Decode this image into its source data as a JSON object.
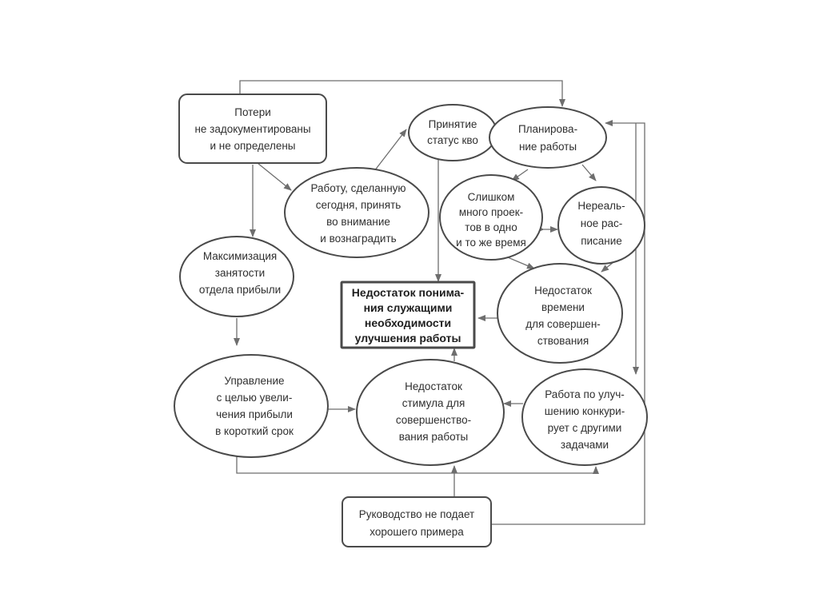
{
  "nodes": {
    "losses": [
      "Потери",
      "не задокументированы",
      "и не определены"
    ],
    "status_quo": [
      "Принятие",
      "статус кво"
    ],
    "planning": [
      "Планирова-",
      "ние работы"
    ],
    "reward": [
      "Работу, сделанную",
      "сегодня, принять",
      "во внимание",
      "и вознаградить"
    ],
    "too_many": [
      "Слишком",
      "много проек-",
      "тов в одно",
      "и то же время"
    ],
    "unreal": [
      "Нереаль-",
      "ное рас-",
      "писание"
    ],
    "maximize": [
      "Максимизация",
      "занятости",
      "отдела прибыли"
    ],
    "lack_understanding": [
      "Недостаток понима-",
      "ния служащими",
      "необходимости",
      "улучшения работы"
    ],
    "lack_time": [
      "Недостаток",
      "времени",
      "для совершен-",
      "ствования"
    ],
    "manage_profit": [
      "Управление",
      "с целью увели-",
      "чения прибыли",
      "в короткий срок"
    ],
    "lack_stimulus": [
      "Недостаток",
      "стимула для",
      "совершенство-",
      "вания работы"
    ],
    "competes": [
      "Работа по улуч-",
      "шению конкури-",
      "рует с другими",
      "задачами"
    ],
    "management": [
      "Руководство не подает",
      "хорошего примера"
    ]
  }
}
